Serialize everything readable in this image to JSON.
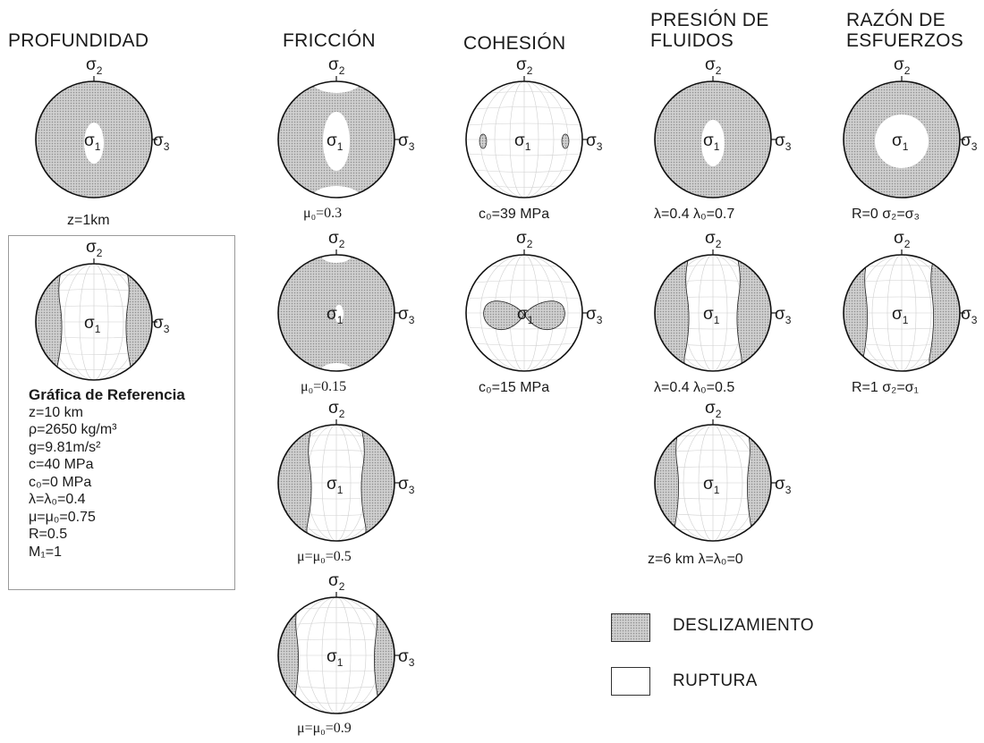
{
  "columns": {
    "profundidad": "PROFUNDIDAD",
    "friccion": "FRICCIÓN",
    "cohesion": "COHESIÓN",
    "presion_l1": "PRESIÓN DE",
    "presion_l2": "FLUIDOS",
    "razon_l1": "RAZÓN DE",
    "razon_l2": "ESFUERZOS"
  },
  "axes": {
    "sigma": "σ",
    "s1": "1",
    "s2": "2",
    "s3": "3"
  },
  "captions": {
    "prof": "z=1km",
    "fric1": "μ₀=0.3",
    "fric2": "μ₀=0.15",
    "fric3": "μ=μ₀=0.5",
    "fric4": "μ=μ₀=0.9",
    "coh1": "c₀=39 MPa",
    "coh2": "c₀=15 MPa",
    "pres1": "λ=0.4  λ₀=0.7",
    "pres2": "λ=0.4  λ₀=0.5",
    "pres3": "z=6 km  λ=λ₀=0",
    "raz1": "R=0  σ₂=σ₃",
    "raz2": "R=1  σ₂=σ₁"
  },
  "reference": {
    "title": "Gráfica de Referencia",
    "params": [
      "z=10 km",
      "ρ=2650 kg/m³",
      "g=9.81m/s²",
      "c=40 MPa",
      "c₀=0 MPa",
      "λ=λ₀=0.4",
      "μ=μ₀=0.75",
      "R=0.5",
      "M₁=1"
    ]
  },
  "legend": {
    "slip": "DESLIZAMIENTO",
    "rupture": "RUPTURA",
    "slip_color": "#c9c9c9",
    "rupture_color": "#ffffff"
  }
}
